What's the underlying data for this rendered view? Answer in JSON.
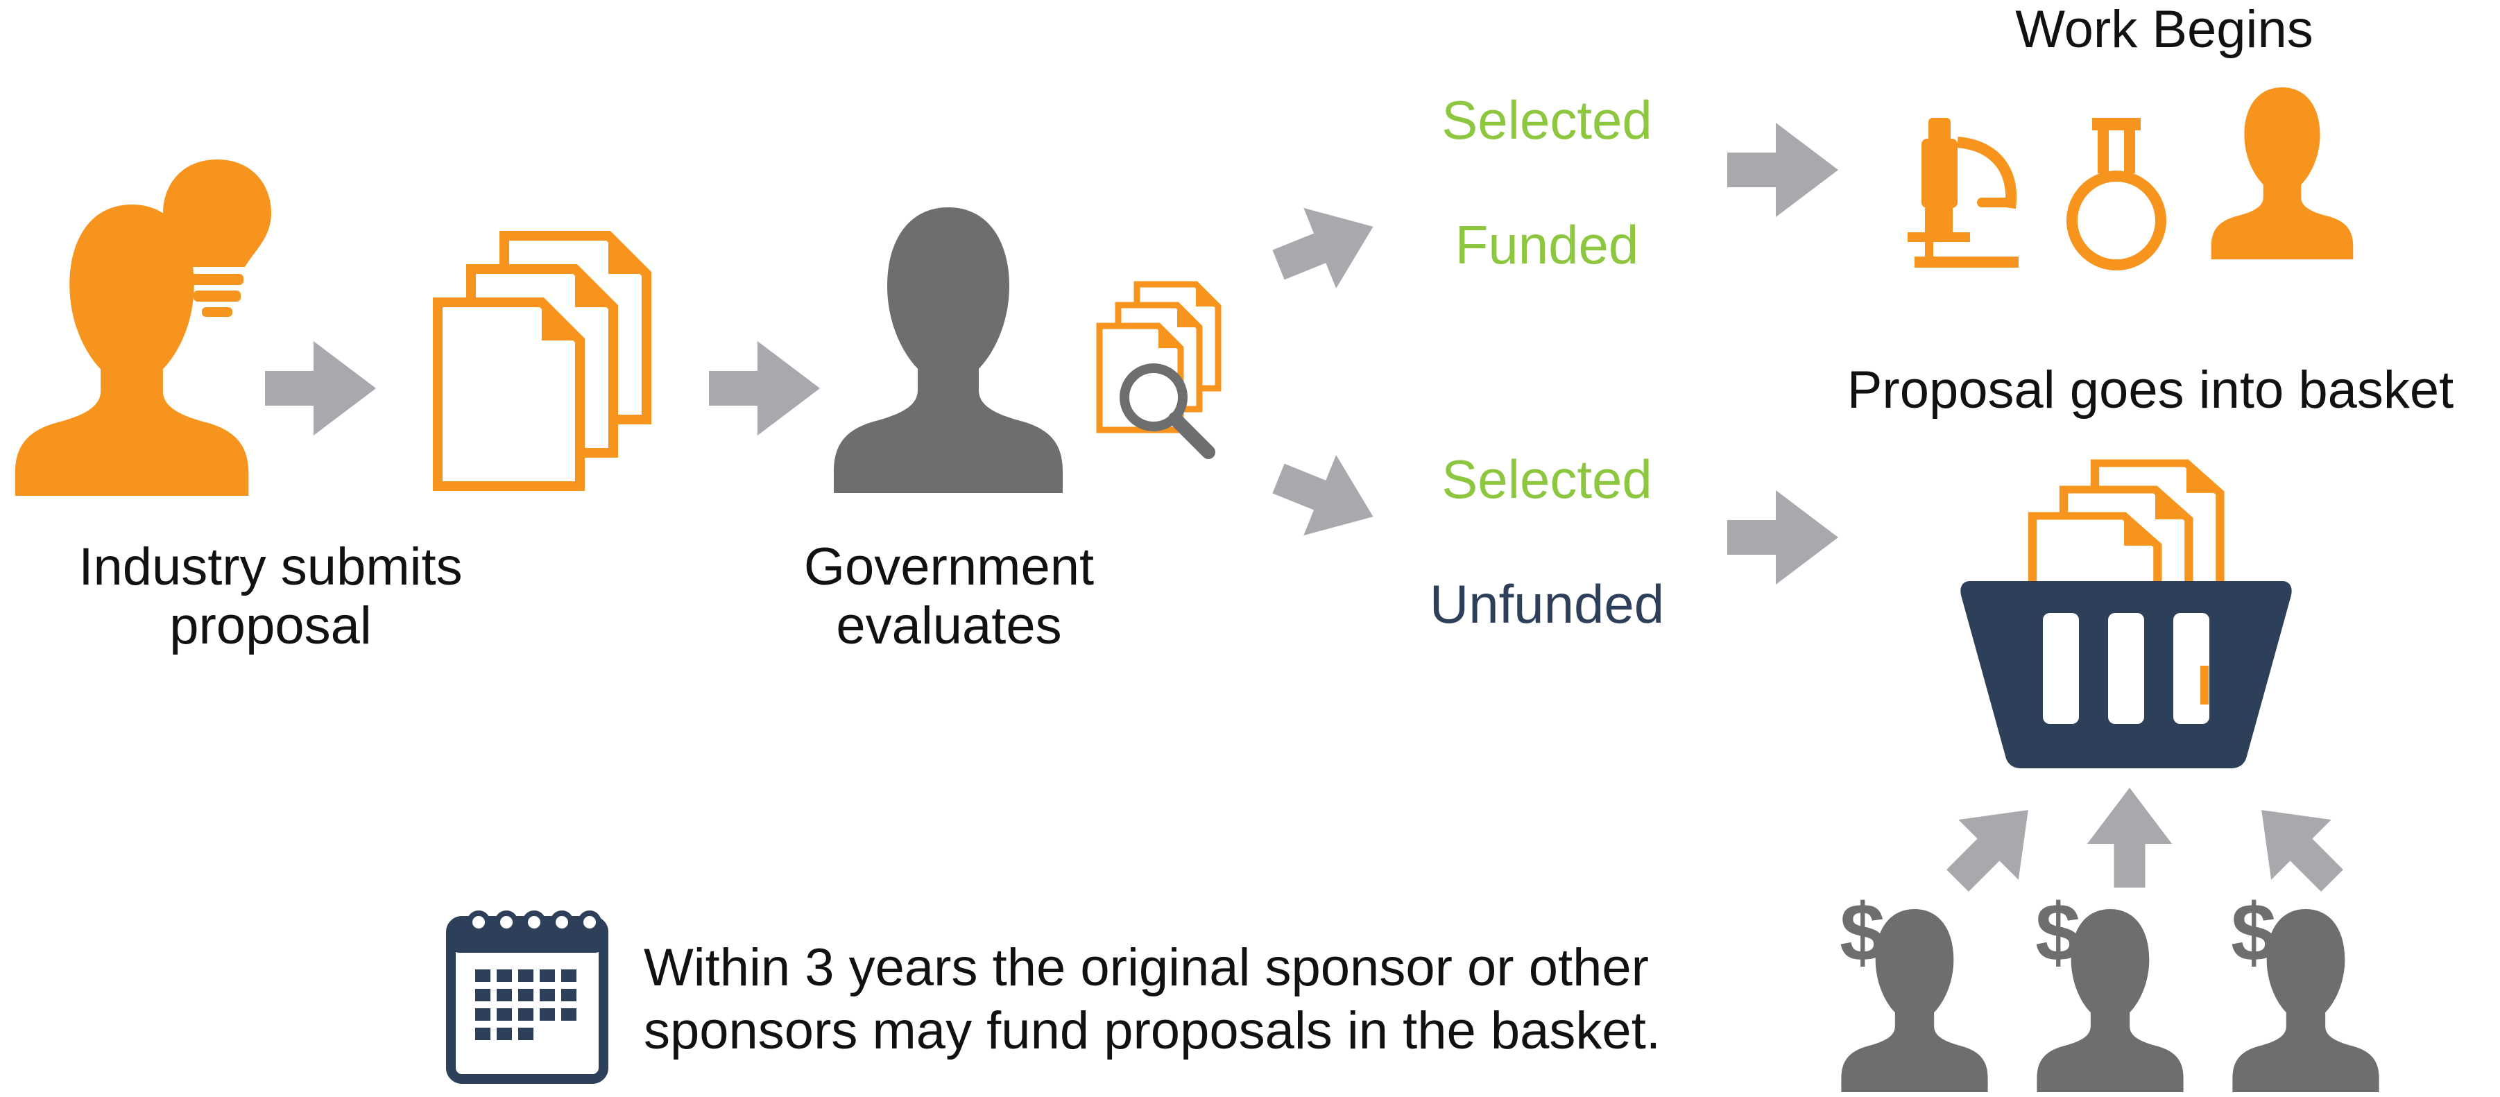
{
  "colors": {
    "orange": "#F7941D",
    "gray": "#6D6E70",
    "arrow_gray": "#A7A9AC",
    "green": "#8DC63F",
    "navy": "#2E3F5A"
  },
  "steps": {
    "submit_line1": "Industry submits",
    "submit_line2": "proposal",
    "evaluate_line1": "Government",
    "evaluate_line2": "evaluates"
  },
  "outcomes": {
    "funded": {
      "status": "Selected",
      "funding": "Funded",
      "result": "Work Begins"
    },
    "unfunded": {
      "status": "Selected",
      "funding": "Unfunded",
      "result": "Proposal goes into basket"
    }
  },
  "sponsors": {
    "symbol": "$",
    "count": 3
  },
  "note": {
    "line1": "Within 3 years the original sponsor or other",
    "line2": "sponsors may fund proposals in the basket."
  },
  "icons": [
    "person-icon",
    "lightbulb-icon",
    "documents-icon",
    "magnifier-icon",
    "arrow-icon",
    "microscope-icon",
    "flask-icon",
    "basket-icon",
    "dollar-icon",
    "calendar-icon"
  ]
}
